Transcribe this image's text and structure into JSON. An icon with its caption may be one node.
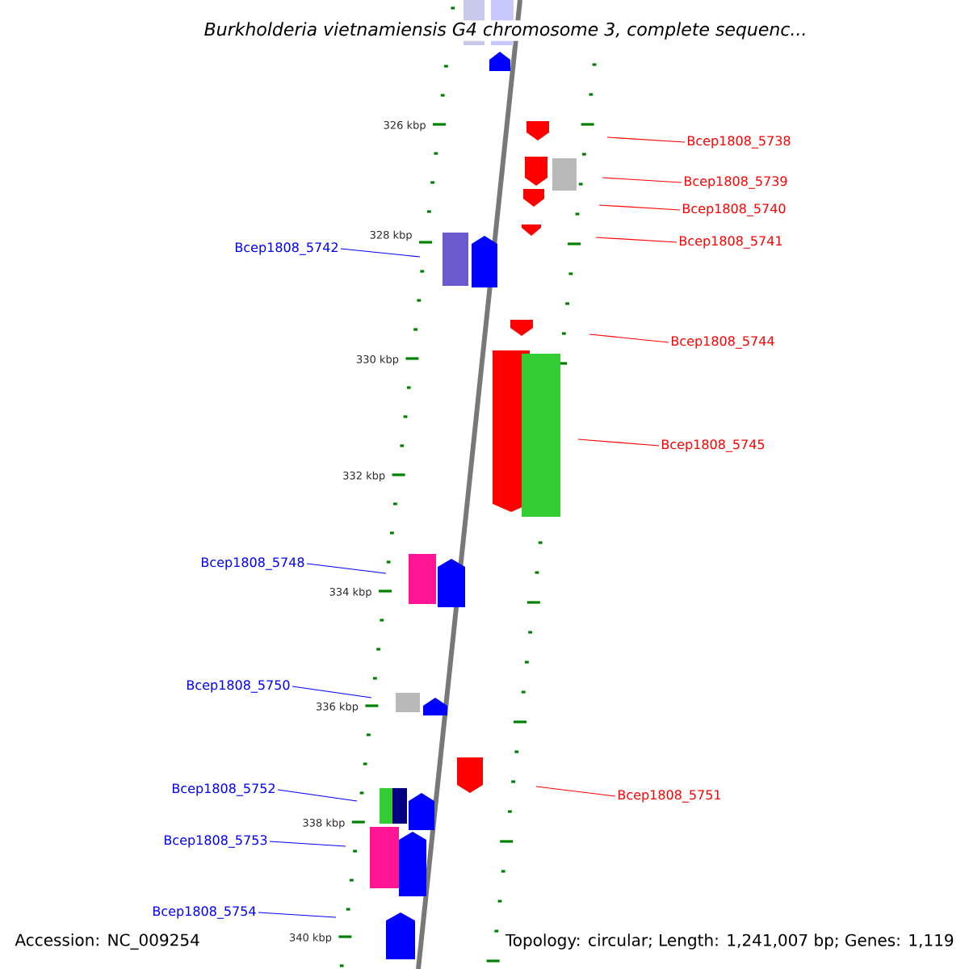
{
  "diagram": {
    "title": "Burkholderia vietnamiensis G4 chromosome 3, complete sequenc...",
    "nodes": [
      {
        "text": [
          "Bcep1808_5738"
        ]
      },
      {
        "text": [
          "Bcep1808_5739"
        ]
      },
      {
        "text": [
          "Bcep1808_5740"
        ]
      },
      {
        "text": [
          "Bcep1808_5741"
        ]
      },
      {
        "text": [
          "Bcep1808_5742"
        ]
      },
      {
        "text": [
          "Bcep1808_5744"
        ]
      },
      {
        "text": [
          "Bcep1808_5745"
        ]
      },
      {
        "text": [
          "Bcep1808_5748"
        ]
      },
      {
        "text": [
          "Bcep1808_5750"
        ]
      },
      {
        "text": [
          "Bcep1808_5752"
        ]
      },
      {
        "text": [
          "Bcep1808_5751"
        ]
      },
      {
        "text": [
          "Bcep1808_5753"
        ]
      },
      {
        "text": [
          "Bcep1808_5754"
        ]
      }
    ],
    "edges": [
      {
        "from": 0,
        "to": null,
        "arrow": "none"
      },
      {
        "from": 1,
        "to": null,
        "arrow": "none"
      },
      {
        "from": 2,
        "to": null,
        "arrow": "none"
      },
      {
        "from": 3,
        "to": null,
        "arrow": "none"
      },
      {
        "from": 4,
        "to": null,
        "arrow": "none",
        "color": "#0000ff"
      },
      {
        "from": 5,
        "to": null,
        "arrow": "none"
      },
      {
        "from": 6,
        "to": null,
        "arrow": "none"
      },
      {
        "from": 7,
        "to": null,
        "arrow": "none",
        "color": "#0000ff"
      },
      {
        "from": 8,
        "to": null,
        "arrow": "none",
        "color": "#0000ff"
      },
      {
        "from": 9,
        "to": null,
        "arrow": "none",
        "color": "#0000ff"
      },
      {
        "from": 10,
        "to": null,
        "arrow": "none"
      },
      {
        "from": 11,
        "to": null,
        "arrow": "none",
        "color": "#0000ff"
      },
      {
        "from": 12,
        "to": null,
        "arrow": "none",
        "color": "#0000ff"
      }
    ],
    "labels": [
      "326 kbp",
      "328 kbp",
      "330 kbp",
      "332 kbp",
      "334 kbp",
      "336 kbp",
      "338 kbp",
      "340 kbp",
      "Accession: NC_009254",
      "Topology: circular; Length: 1,241,007 bp; Genes: 1,119"
    ]
  }
}
